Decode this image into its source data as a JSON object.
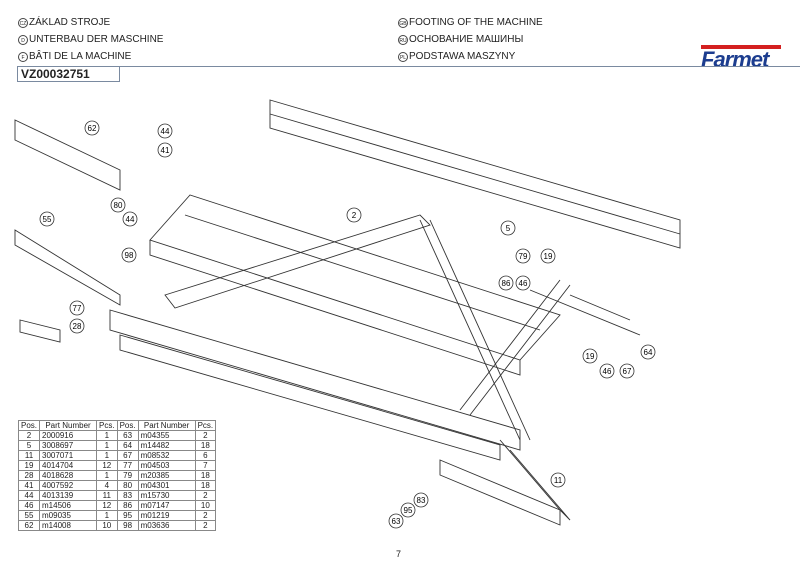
{
  "header": {
    "titles": [
      {
        "lang": "CZ",
        "text": "ZÁKLAD STROJE"
      },
      {
        "lang": "D",
        "text": "UNTERBAU DER MASCHINE"
      },
      {
        "lang": "F",
        "text": "BÂTI DE LA MACHINE"
      },
      {
        "lang": "GB",
        "text": "FOOTING OF THE MACHINE"
      },
      {
        "lang": "RU",
        "text": "ОСНОВАНИЕ МАШИНЫ"
      },
      {
        "lang": "PL",
        "text": "PODSTAWA MASZYNY"
      }
    ],
    "code": "VZ00032751",
    "logo": "Farmet",
    "brand_colors": {
      "red": "#d42020",
      "blue": "#1c3d8f"
    }
  },
  "callouts": [
    "62",
    "44",
    "41",
    "80",
    "44",
    "55",
    "98",
    "77",
    "28",
    "2",
    "5",
    "79",
    "19",
    "86",
    "46",
    "19",
    "46",
    "67",
    "64",
    "11",
    "83",
    "95",
    "63"
  ],
  "parts_table": {
    "headers": [
      "Pos.",
      "Part Number",
      "Pcs.",
      "Pos.",
      "Part Number",
      "Pcs."
    ],
    "rows": [
      [
        "2",
        "2000916",
        "1",
        "63",
        "m04355",
        "2"
      ],
      [
        "5",
        "3008697",
        "1",
        "64",
        "m14482",
        "18"
      ],
      [
        "11",
        "3007071",
        "1",
        "67",
        "m08532",
        "6"
      ],
      [
        "19",
        "4014704",
        "12",
        "77",
        "m04503",
        "7"
      ],
      [
        "28",
        "4018628",
        "1",
        "79",
        "m20385",
        "18"
      ],
      [
        "41",
        "4007592",
        "4",
        "80",
        "m04301",
        "18"
      ],
      [
        "44",
        "4013139",
        "11",
        "83",
        "m15730",
        "2"
      ],
      [
        "46",
        "m14506",
        "12",
        "86",
        "m07147",
        "10"
      ],
      [
        "55",
        "m09035",
        "1",
        "95",
        "m01219",
        "2"
      ],
      [
        "62",
        "m14008",
        "10",
        "98",
        "m03636",
        "2"
      ]
    ]
  },
  "page_number": "7"
}
